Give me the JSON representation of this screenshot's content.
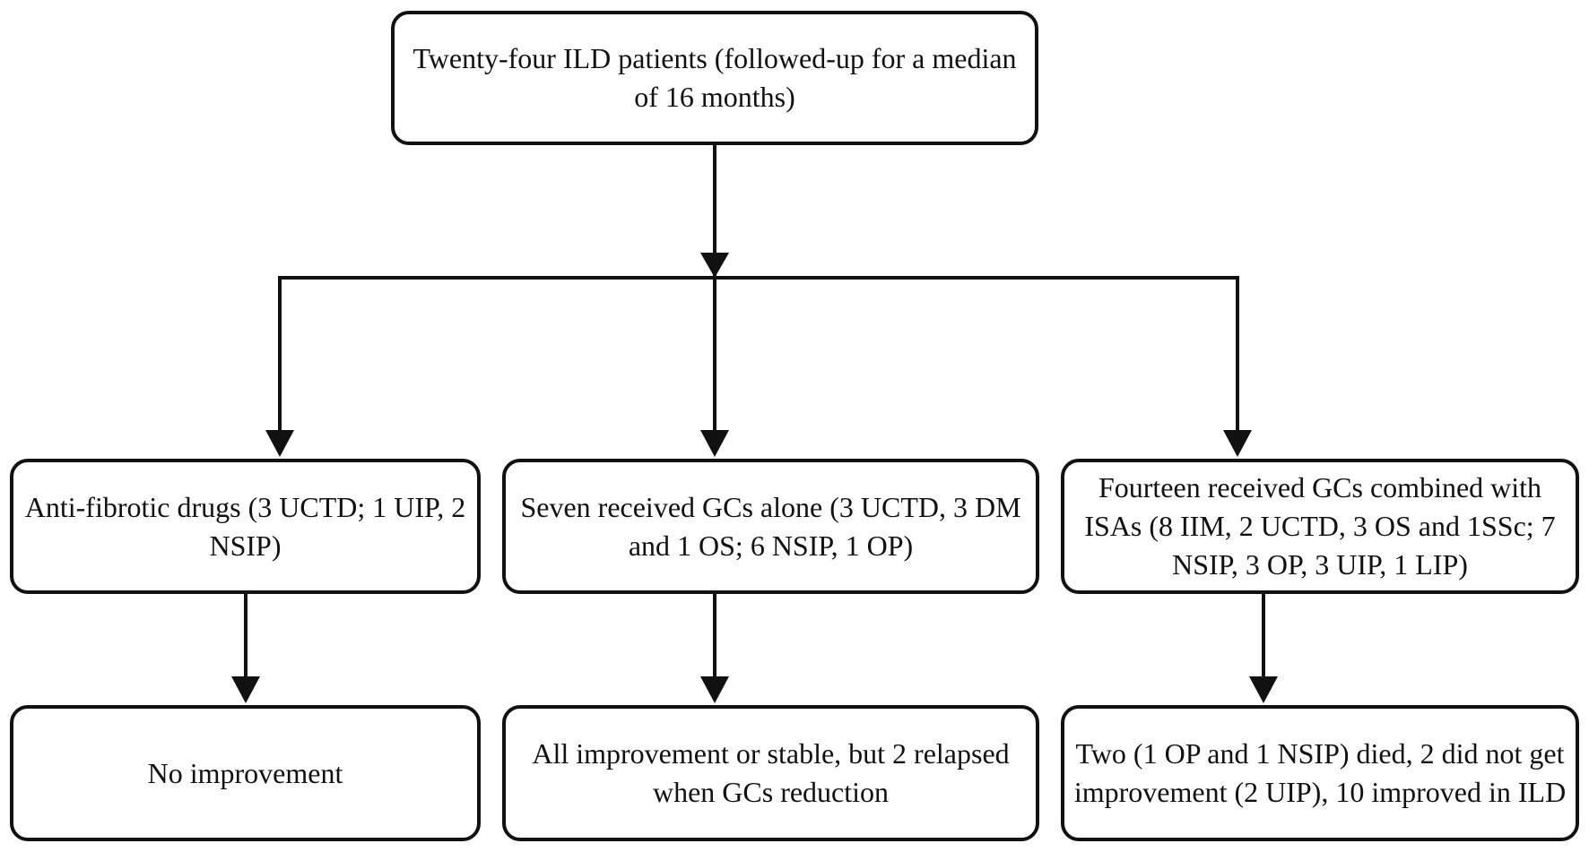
{
  "root": {
    "text": "Twenty-four ILD patients (followed-up for a median of 16 months)"
  },
  "branches": [
    {
      "treatment": "Anti-fibrotic drugs (3 UCTD; 1 UIP, 2 NSIP)",
      "outcome": "No improvement"
    },
    {
      "treatment": "Seven received GCs alone (3 UCTD, 3 DM and 1 OS; 6 NSIP, 1 OP)",
      "outcome": "All improvement or stable, but 2 relapsed when GCs reduction"
    },
    {
      "treatment": "Fourteen received GCs combined with ISAs (8 IIM, 2 UCTD, 3 OS and 1SSc; 7 NSIP, 3 OP, 3 UIP, 1 LIP)",
      "outcome": "Two (1 OP and 1 NSIP) died, 2 did not get improvement (2 UIP), 10 improved in ILD"
    }
  ],
  "colors": {
    "line": "#111111",
    "box_fill": "#ffffff",
    "text": "#111111"
  }
}
